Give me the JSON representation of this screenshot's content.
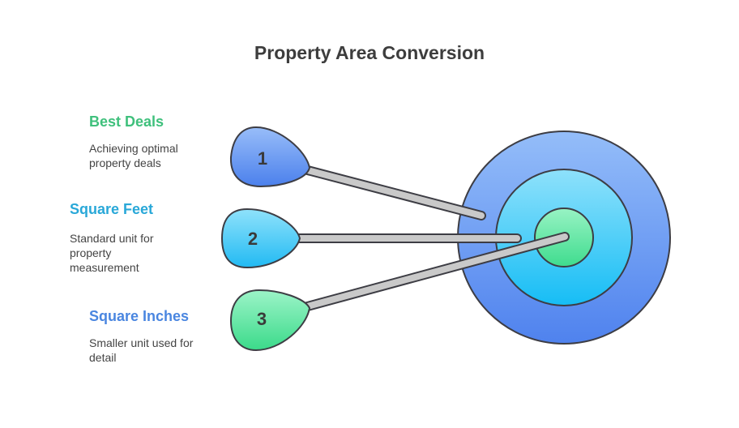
{
  "title": "Property Area Conversion",
  "items": [
    {
      "number": "1",
      "title": "Best Deals",
      "description": "Achieving optimal property deals",
      "color": "#3fc07c"
    },
    {
      "number": "2",
      "title": "Square Feet",
      "description": "Standard unit for property measurement",
      "color": "#29a8d8"
    },
    {
      "number": "3",
      "title": "Square Inches",
      "description": "Smaller unit used for detail",
      "color": "#4a86e0"
    }
  ],
  "colors": {
    "outer_ring": "#5b8ff0",
    "middle_ring": "#2ac4f5",
    "bullseye": "#55e3a2",
    "marker_1": "#5e95ee",
    "marker_2": "#36c6f5",
    "marker_3": "#57e39f",
    "outline": "#3d3d44",
    "shaft": "#c9c9c9"
  }
}
